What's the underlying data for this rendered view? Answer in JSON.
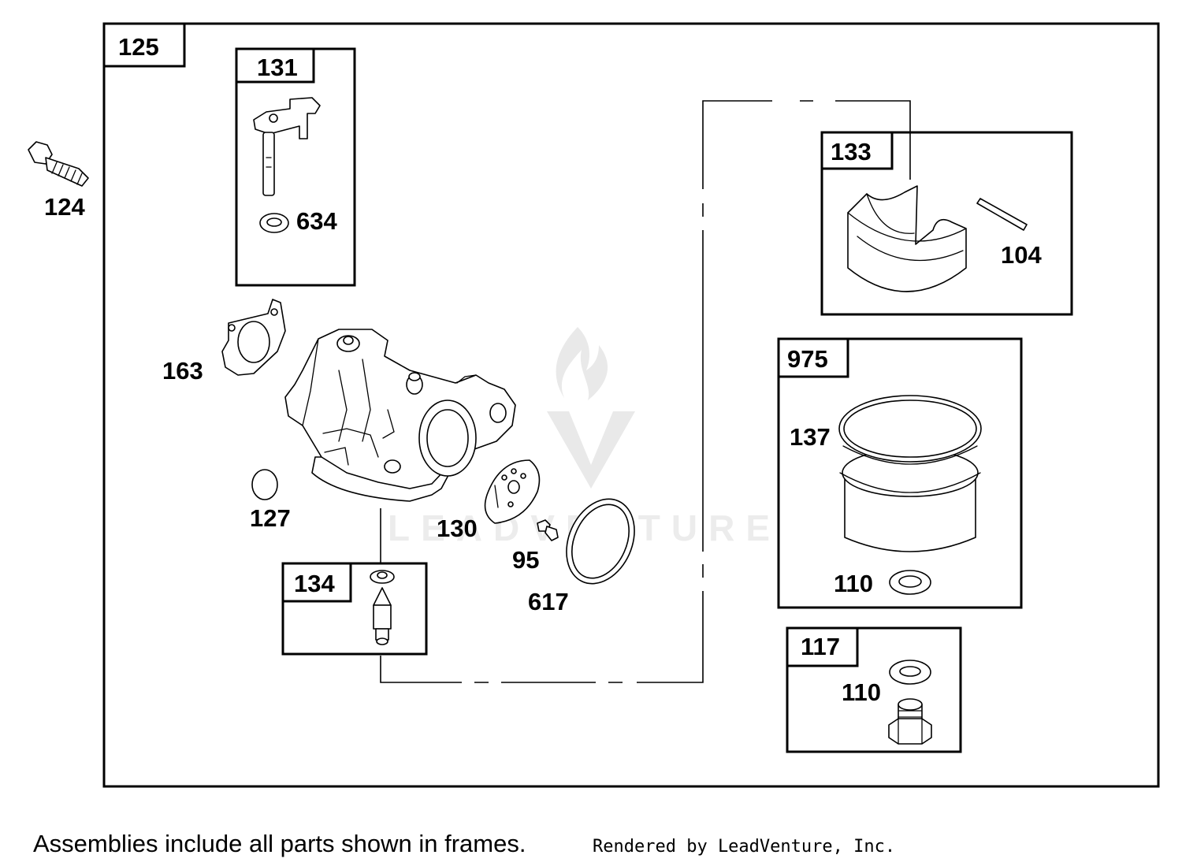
{
  "assembly": "125",
  "frames": {
    "f131": "131",
    "f133": "133",
    "f975": "975",
    "f134": "134",
    "f117": "117"
  },
  "parts": {
    "p124": "124",
    "p634": "634",
    "p104": "104",
    "p163": "163",
    "p137": "137",
    "p127": "127",
    "p130": "130",
    "p110a": "110",
    "p95": "95",
    "p617": "617",
    "p110b": "110"
  },
  "watermark": "LEADVENTURE",
  "footer": {
    "note": "Assemblies include all parts shown in frames.",
    "credit": "Rendered by LeadVenture, Inc."
  },
  "icons": [
    "bolt-icon",
    "throttle-shaft-icon",
    "washer-icon",
    "float-icon",
    "hinge-pin-icon",
    "gasket-icon",
    "carburetor-body-icon",
    "welch-plug-icon",
    "diaphragm-icon",
    "screw-icon",
    "o-ring-icon",
    "inlet-needle-icon",
    "bowl-icon",
    "drain-plug-icon",
    "flame-logo-icon"
  ]
}
